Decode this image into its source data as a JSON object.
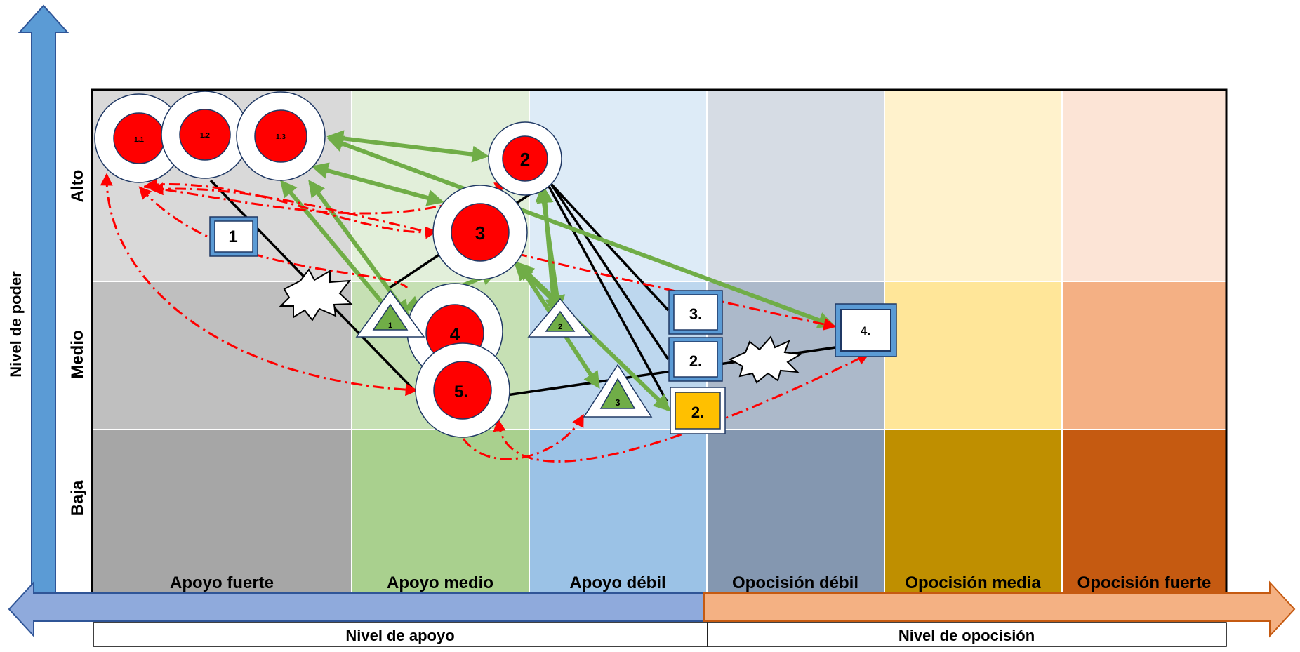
{
  "axes": {
    "y_title": "Nivel de poder",
    "x_support_title": "Nivel de apoyo",
    "x_opposition_title": "Nivel de opocisión"
  },
  "rows": {
    "high": "Alto",
    "medium": "Medio",
    "low": "Baja"
  },
  "columns": {
    "c1": "Apoyo fuerte",
    "c2": "Apoyo medio",
    "c3": "Apoyo débil",
    "c4": "Opocisión débil",
    "c5": "Opocisión media",
    "c6": "Opocisión fuerte"
  },
  "colors": {
    "arrow_blue": "#5b9bd5",
    "arrow_orange": "#f4b183",
    "node_red": "#ff0000",
    "green_link": "#70ad47",
    "conflict_link": "#ff0000",
    "box_yellow": "#ffc000"
  },
  "nodes": {
    "c11": "1.1",
    "c12": "1.2",
    "c13": "1.3",
    "c2": "2",
    "c3": "3",
    "c4": "4",
    "c5": "5.",
    "sq1": "1",
    "sq3": "3.",
    "sq2": "2.",
    "sq2y": "2.",
    "sq4": "4.",
    "tri1": "1",
    "tri2": "2",
    "tri3": "3"
  }
}
